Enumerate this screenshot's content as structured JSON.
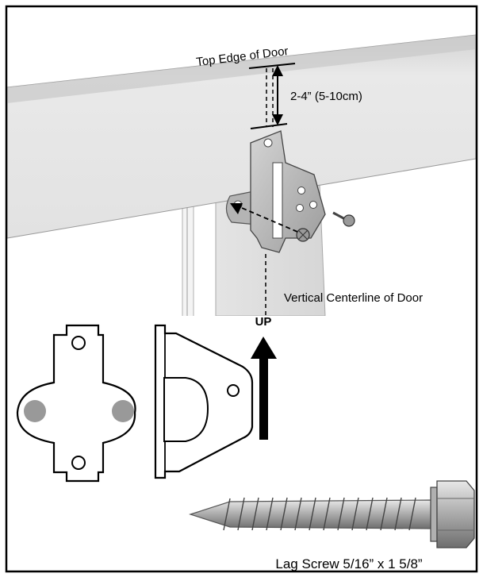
{
  "labels": {
    "top_edge": "Top Edge of Door",
    "distance": "2-4”  (5-10cm)",
    "centerline": "Vertical Centerline of Door",
    "up": "UP",
    "lag_screw": "Lag Screw  5/16” x 1 5/8”"
  },
  "colors": {
    "frame": "#000000",
    "door_face": "#e6e6e6",
    "door_shadow": "#c4c4c4",
    "bracket": "#b8b8b8",
    "hole_fill": "#9a9a9a",
    "screw": "#a8a8a8"
  }
}
